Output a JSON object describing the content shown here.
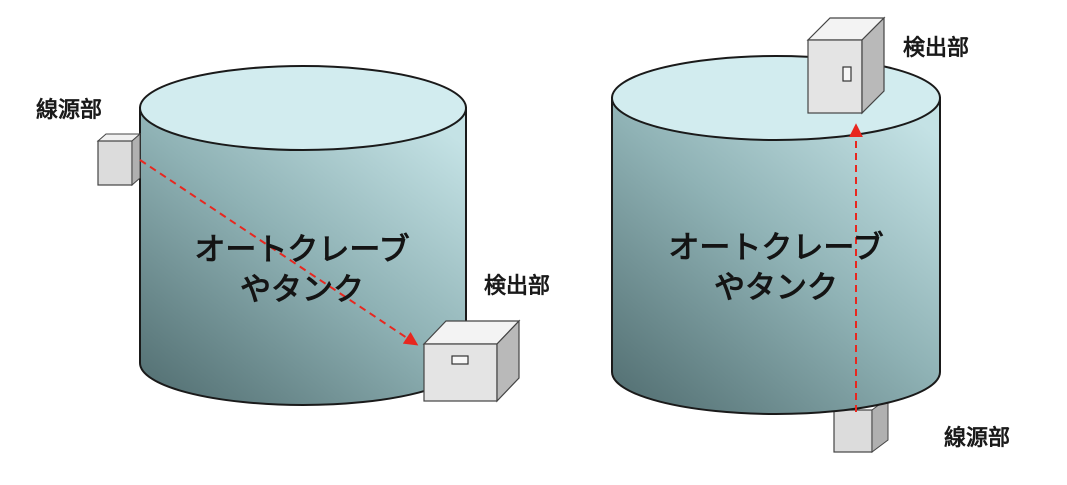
{
  "left_panel": {
    "tank_label_line1": "オートクレーブ",
    "tank_label_line2": "やタンク",
    "source_label": "線源部",
    "detector_label": "検出部"
  },
  "right_panel": {
    "tank_label_line1": "オートクレーブ",
    "tank_label_line2": "やタンク",
    "source_label": "線源部",
    "detector_label": "検出部"
  },
  "colors": {
    "tank_top": "#d2ecef",
    "tank_body_light": "#b4d5d8",
    "tank_body_dark": "#5f7d80",
    "box_face": "#e6e6e6",
    "box_top": "#f2f2f2",
    "box_side": "#b8b8b8",
    "beam": "#e8271f"
  }
}
